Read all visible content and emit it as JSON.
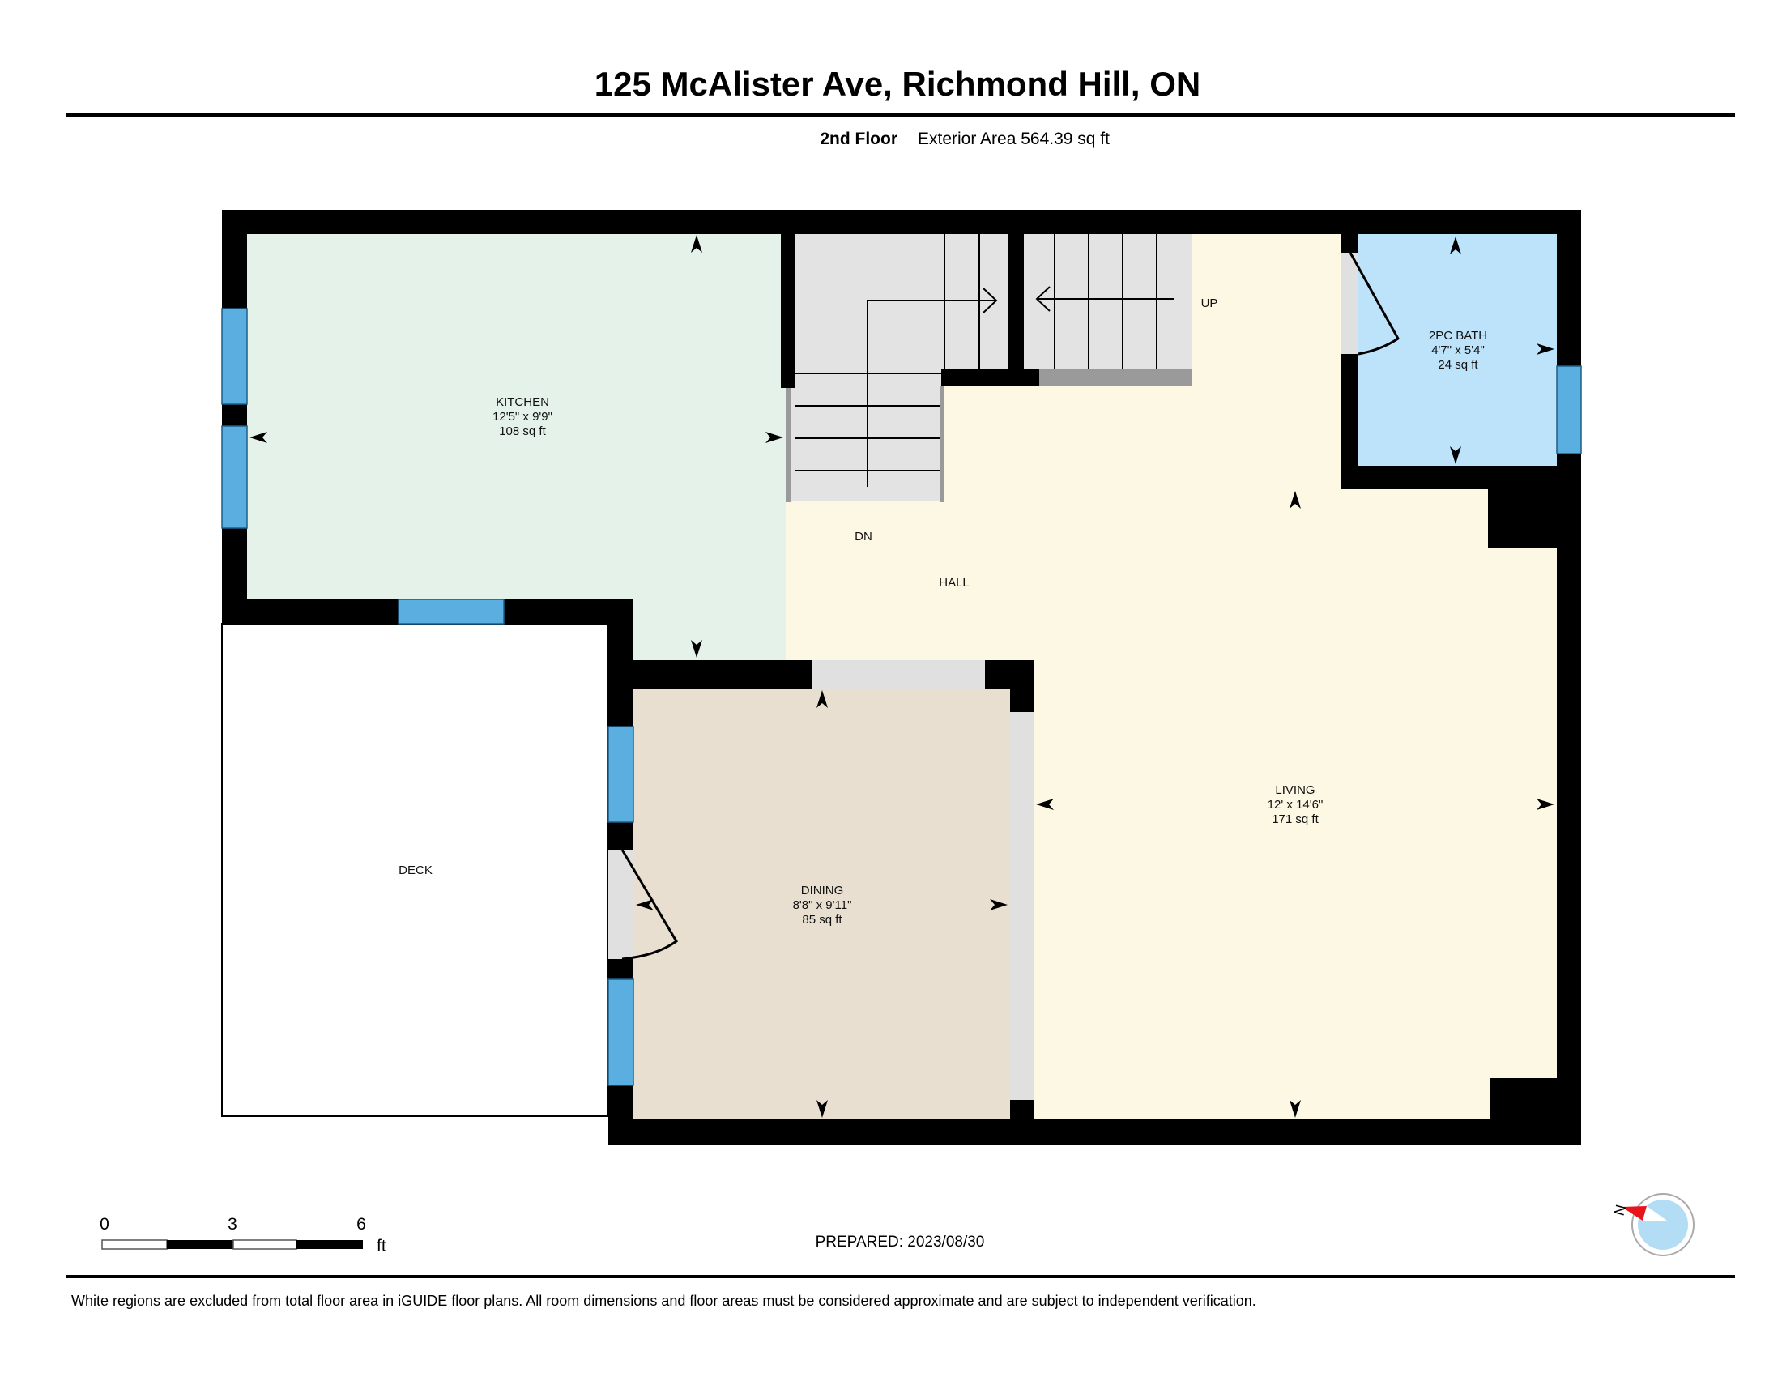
{
  "header": {
    "title": "125 McAlister Ave, Richmond Hill, ON",
    "floor": "2nd Floor",
    "area": "Exterior Area 564.39 sq ft"
  },
  "rooms": {
    "kitchen": {
      "name": "KITCHEN",
      "dims": "12'5\" x 9'9\"",
      "area": "108 sq ft"
    },
    "bath": {
      "name": "2PC BATH",
      "dims": "4'7\" x 5'4\"",
      "area": "24 sq ft"
    },
    "living": {
      "name": "LIVING",
      "dims": "12' x 14'6\"",
      "area": "171 sq ft"
    },
    "dining": {
      "name": "DINING",
      "dims": "8'8\" x 9'11\"",
      "area": "85 sq ft"
    },
    "hall": {
      "name": "HALL"
    },
    "deck": {
      "name": "DECK"
    }
  },
  "stairs": {
    "down": "DN",
    "up": "UP"
  },
  "scale": {
    "ticks": [
      "0",
      "3",
      "6"
    ],
    "unit": "ft"
  },
  "compass": {
    "label": "N"
  },
  "prepared": "PREPARED: 2023/08/30",
  "footer": "White regions are excluded from total floor area in iGUIDE floor plans. All room dimensions and floor areas must be considered approximate and are subject to independent verification.",
  "colors": {
    "kitchen": "#e5f2ea",
    "bath": "#bde3fb",
    "living": "#fdf8e3",
    "dining": "#e8dfd0",
    "window": "#5aafe0",
    "wall": "#000000",
    "opening": "#e0e0e0",
    "stairs": "#e3e3e3"
  }
}
